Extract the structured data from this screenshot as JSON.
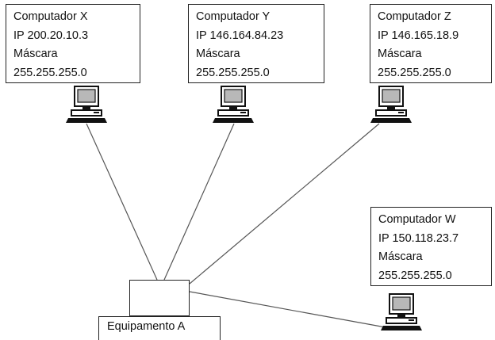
{
  "computers": [
    {
      "id": "x",
      "name": "Computador X",
      "ip": "IP 200.20.10.3",
      "mask_label": "Máscara",
      "mask": "255.255.255.0"
    },
    {
      "id": "y",
      "name": "Computador Y",
      "ip": "IP 146.164.84.23",
      "mask_label": "Máscara",
      "mask": "255.255.255.0"
    },
    {
      "id": "z",
      "name": "Computador Z",
      "ip": "IP 146.165.18.9",
      "mask_label": "Máscara",
      "mask": "255.255.255.0"
    },
    {
      "id": "w",
      "name": "Computador W",
      "ip": "IP 150.118.23.7",
      "mask_label": "Máscara",
      "mask": "255.255.255.0"
    }
  ],
  "equipment": {
    "label": "Equipamento A"
  },
  "icons": {
    "computer": "desktop-computer-icon",
    "device": "network-device-icon"
  },
  "colors": {
    "line": "#555555",
    "border": "#222222",
    "screen": "#b8b8b8"
  }
}
